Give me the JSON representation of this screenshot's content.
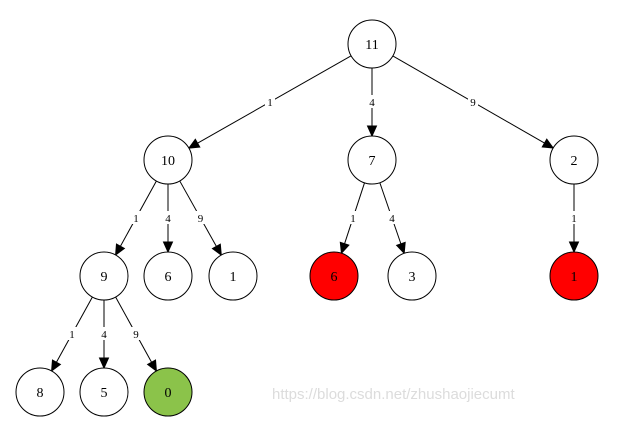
{
  "colors": {
    "node_default": "#ffffff",
    "node_highlight": "#ff0000",
    "node_target": "#8bc34a",
    "stroke": "#000000",
    "watermark": "#dcdcdc"
  },
  "nodes": [
    {
      "id": "n11",
      "label": "11",
      "fill": "default"
    },
    {
      "id": "n10",
      "label": "10",
      "fill": "default"
    },
    {
      "id": "n7",
      "label": "7",
      "fill": "default"
    },
    {
      "id": "n2",
      "label": "2",
      "fill": "default"
    },
    {
      "id": "n9",
      "label": "9",
      "fill": "default"
    },
    {
      "id": "n6a",
      "label": "6",
      "fill": "default"
    },
    {
      "id": "n1a",
      "label": "1",
      "fill": "default"
    },
    {
      "id": "n6b",
      "label": "6",
      "fill": "highlight"
    },
    {
      "id": "n3",
      "label": "3",
      "fill": "default"
    },
    {
      "id": "n1b",
      "label": "1",
      "fill": "highlight"
    },
    {
      "id": "n8",
      "label": "8",
      "fill": "default"
    },
    {
      "id": "n5",
      "label": "5",
      "fill": "default"
    },
    {
      "id": "n0",
      "label": "0",
      "fill": "target"
    }
  ],
  "edges": [
    {
      "from": "n11",
      "to": "n10",
      "label": "1"
    },
    {
      "from": "n11",
      "to": "n7",
      "label": "4"
    },
    {
      "from": "n11",
      "to": "n2",
      "label": "9"
    },
    {
      "from": "n10",
      "to": "n9",
      "label": "1"
    },
    {
      "from": "n10",
      "to": "n6a",
      "label": "4"
    },
    {
      "from": "n10",
      "to": "n1a",
      "label": "9"
    },
    {
      "from": "n7",
      "to": "n6b",
      "label": "1"
    },
    {
      "from": "n7",
      "to": "n3",
      "label": "4"
    },
    {
      "from": "n2",
      "to": "n1b",
      "label": "1"
    },
    {
      "from": "n9",
      "to": "n8",
      "label": "1"
    },
    {
      "from": "n9",
      "to": "n5",
      "label": "4"
    },
    {
      "from": "n9",
      "to": "n0",
      "label": "9"
    }
  ],
  "watermark": "https://blog.csdn.net/zhushaojiecumt"
}
